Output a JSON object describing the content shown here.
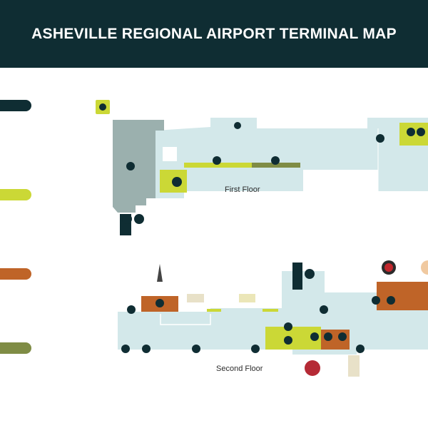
{
  "title": "ASHEVILLE REGIONAL AIRPORT TERMINAL MAP",
  "floors": {
    "first": "First Floor",
    "second": "Second Floor"
  },
  "colors": {
    "header": "#0f2d33",
    "building": "#d3e8ea",
    "building_dark": "#9bb0ae",
    "lime": "#cbd836",
    "olive": "#7f8c45",
    "orange": "#bf6428",
    "white": "#ffffff"
  },
  "icons": [
    "bag-claim-icon",
    "restroom-icon",
    "elevator-icon",
    "escalator-icon",
    "exit-icon",
    "info-icon",
    "gate-icon",
    "shop-icon",
    "dining-icon",
    "medical-icon"
  ]
}
